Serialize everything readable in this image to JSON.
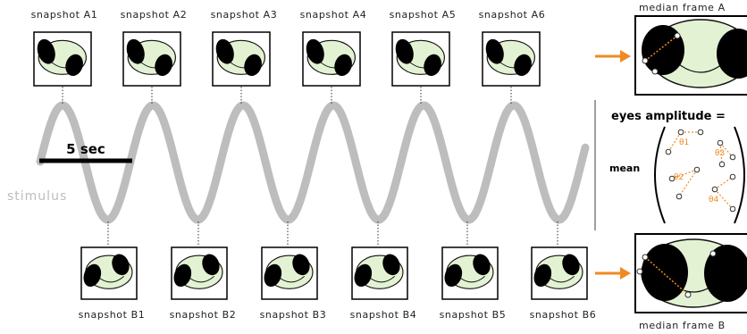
{
  "snapshots_top": [
    "snapshot A1",
    "snapshot A2",
    "snapshot A3",
    "snapshot A4",
    "snapshot A5",
    "snapshot A6"
  ],
  "snapshots_bottom": [
    "snapshot B1",
    "snapshot B2",
    "snapshot B3",
    "snapshot B4",
    "snapshot B5",
    "snapshot B6"
  ],
  "median_top": "median frame A",
  "median_bottom": "median frame B",
  "scale_bar": "5 sec",
  "stimulus_label": "stimulus",
  "formula": {
    "title": "eyes amplitude =",
    "mean": "mean",
    "angles": [
      "θ1",
      "θ2",
      "θ3",
      "θ4"
    ]
  },
  "colors": {
    "accent": "#ef8a22",
    "fish_body": "#e3f2d3",
    "stimulus": "#bdbdbd"
  }
}
